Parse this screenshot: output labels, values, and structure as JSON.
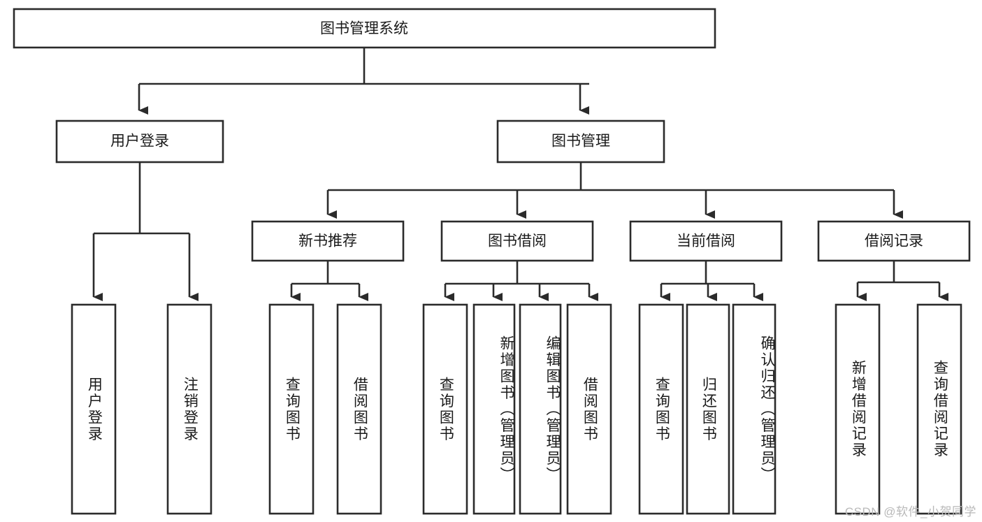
{
  "diagram": {
    "type": "hierarchy-tree",
    "title": "图书管理系统",
    "watermark": "CSDN @软件_小贺同学",
    "colors": {
      "background": "#ffffff",
      "stroke": "#2b2b2b",
      "text": "#1a1a1a",
      "watermark": "#b9b9b9"
    },
    "root": {
      "label": "图书管理系统",
      "level": 0
    },
    "level1": [
      {
        "label": "用户登录"
      },
      {
        "label": "图书管理"
      }
    ],
    "level2": [
      {
        "label": "新书推荐",
        "parent": "图书管理"
      },
      {
        "label": "图书借阅",
        "parent": "图书管理"
      },
      {
        "label": "当前借阅",
        "parent": "图书管理"
      },
      {
        "label": "借阅记录",
        "parent": "图书管理"
      }
    ],
    "leaves": {
      "用户登录": [
        {
          "label": "用户登录"
        },
        {
          "label": "注销登录"
        }
      ],
      "新书推荐": [
        {
          "label": "查询图书"
        },
        {
          "label": "借阅图书"
        }
      ],
      "图书借阅": [
        {
          "label": "查询图书"
        },
        {
          "label": "新增图书（管理员）"
        },
        {
          "label": "编辑图书（管理员）"
        },
        {
          "label": "借阅图书"
        }
      ],
      "当前借阅": [
        {
          "label": "查询图书"
        },
        {
          "label": "归还图书"
        },
        {
          "label": "确认归还（管理员）"
        }
      ],
      "借阅记录": [
        {
          "label": "新增借阅记录"
        },
        {
          "label": "查询借阅记录"
        }
      ]
    }
  }
}
